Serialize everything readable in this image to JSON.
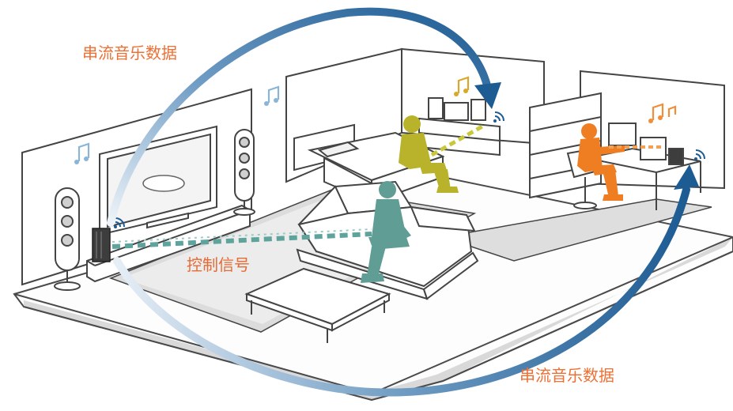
{
  "labels": {
    "stream_top": "串流音乐数据",
    "stream_bottom": "串流音乐数据",
    "control": "控制信号"
  },
  "icons": [
    "wifi-icon",
    "music-note-icon",
    "tv-logo"
  ],
  "colors": {
    "arrow_dark": "#1d5b93",
    "arrow_light": "#cfe0ee",
    "control_signal": "#5ea39c",
    "person_left": "#5f9d95",
    "person_middle": "#b8b32a",
    "person_right": "#ef7e22",
    "label_text": "#ee7034",
    "music_note": "#d8a82c",
    "room_line": "#555555"
  }
}
